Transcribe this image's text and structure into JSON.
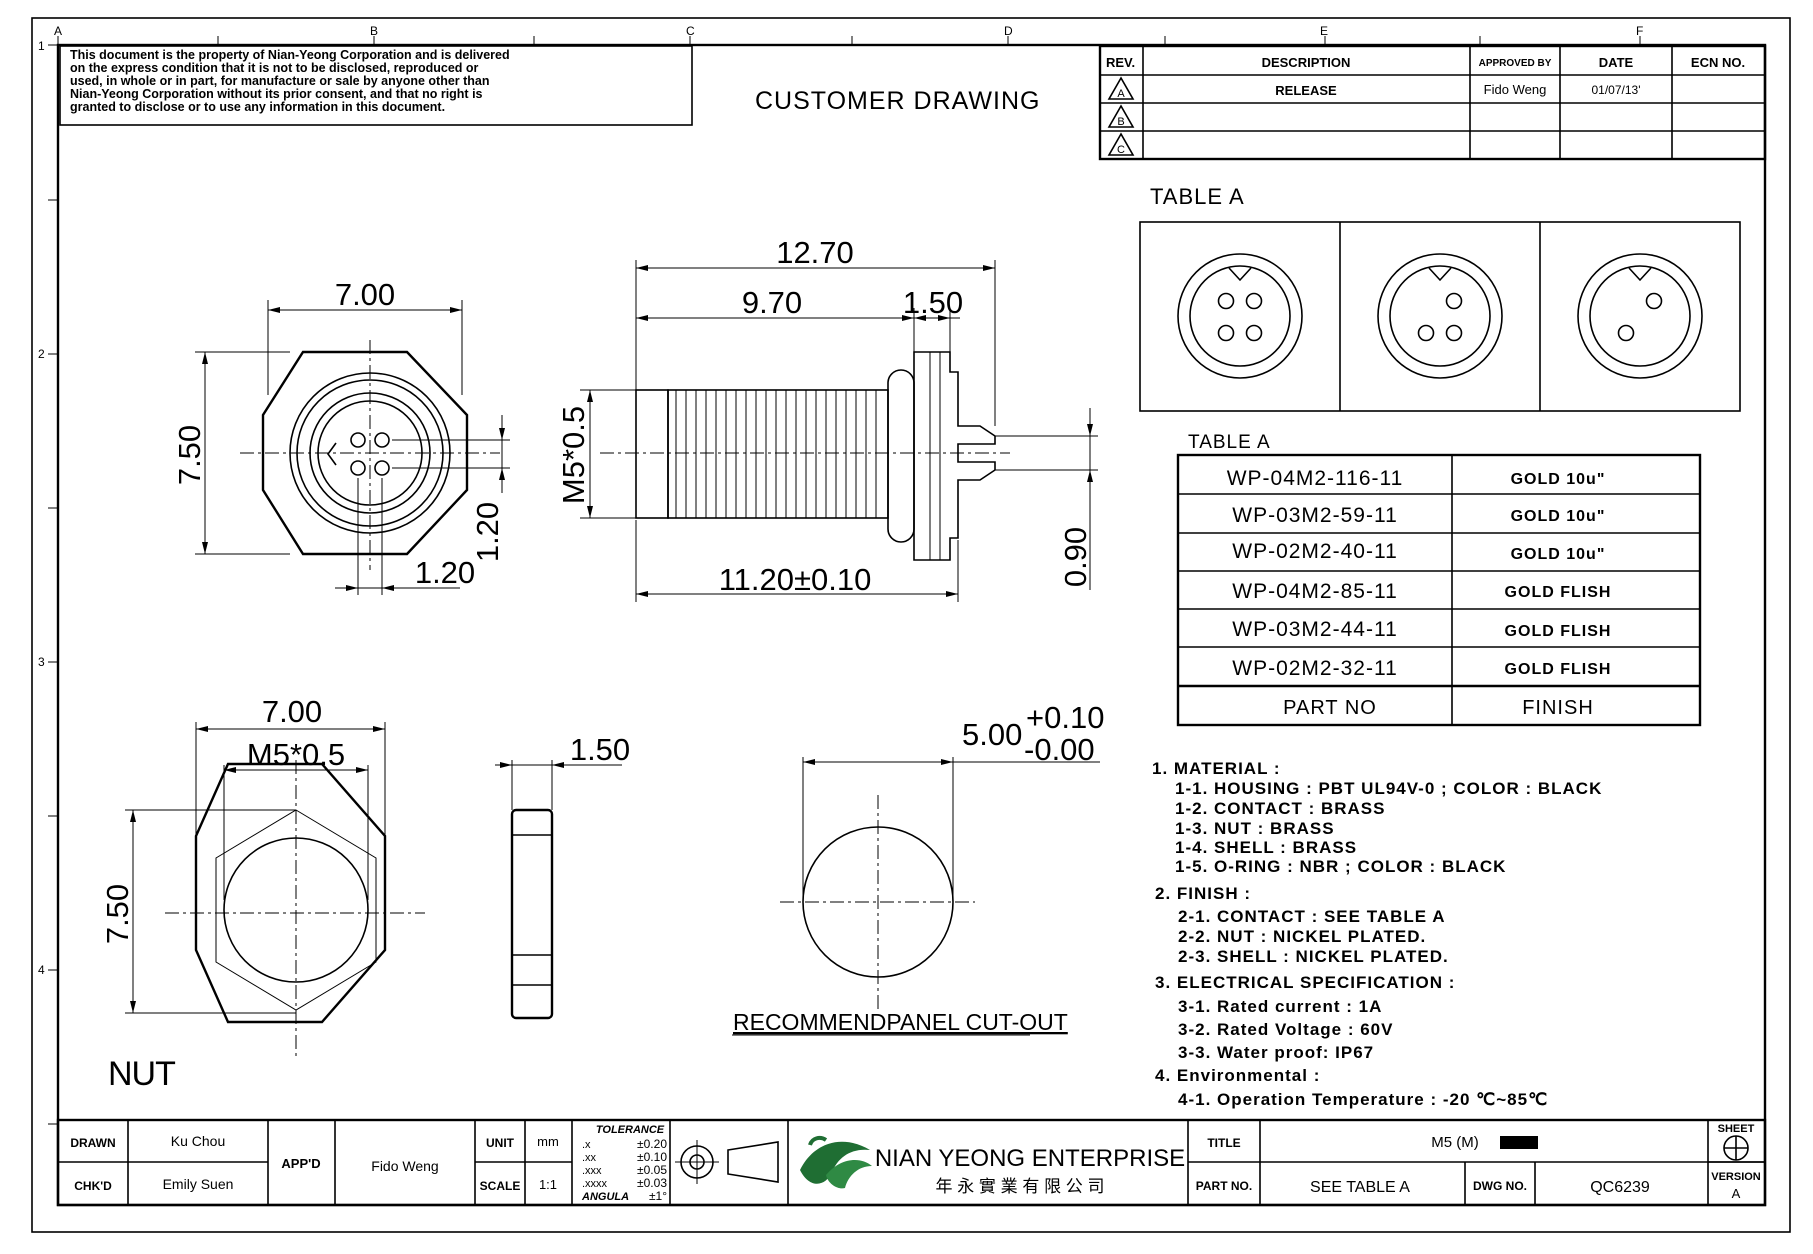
{
  "grid": {
    "columns": [
      "A",
      "B",
      "C",
      "D",
      "E",
      "F"
    ],
    "rows": [
      "1",
      "2",
      "3",
      "4"
    ]
  },
  "notice": [
    "This document is the property of Nian-Yeong Corporation and is delivered",
    "on  the  express condition that it is not to be disclosed, reproduced or",
    "used, in whole or in part, for manufacture or sale by anyone other than",
    "Nian-Yeong Corporation without  its prior consent, and that  no right  is",
    "granted to disclose or to use any information in this  document."
  ],
  "drawing_title": "CUSTOMER  DRAWING",
  "revision_table": {
    "headers": [
      "REV.",
      "DESCRIPTION",
      "APPROVED BY",
      "DATE",
      "ECN NO."
    ],
    "rows": [
      {
        "rev": "A",
        "description": "RELEASE",
        "approved_by": "Fido Weng",
        "date": "01/07/13'",
        "ecn": ""
      },
      {
        "rev": "B",
        "description": "",
        "approved_by": "",
        "date": "",
        "ecn": ""
      },
      {
        "rev": "C",
        "description": "",
        "approved_by": "",
        "date": "",
        "ecn": ""
      }
    ]
  },
  "table_a_pins_title": "TABLE  A",
  "table_a_parts": {
    "title": "TABLE  A",
    "rows": [
      {
        "part_no": "WP-04M2-116-11",
        "finish": "GOLD  10u\""
      },
      {
        "part_no": "WP-03M2-59-11",
        "finish": "GOLD  10u\""
      },
      {
        "part_no": "WP-02M2-40-11",
        "finish": "GOLD  10u\""
      },
      {
        "part_no": "WP-04M2-85-11",
        "finish": "GOLD  FLISH"
      },
      {
        "part_no": "WP-03M2-44-11",
        "finish": "GOLD  FLISH"
      },
      {
        "part_no": "WP-02M2-32-11",
        "finish": "GOLD  FLISH"
      }
    ],
    "footer": {
      "part_no": "PART  NO",
      "finish": "FINISH"
    }
  },
  "dimensions": {
    "front_width": "7.00",
    "front_height": "7.50",
    "pin_pitch_v": "1.20",
    "pin_pitch_h": "1.20",
    "total_length": "12.70",
    "thread_length": "9.70",
    "flange": "1.50",
    "body_length": "11.20±0.10",
    "thread": "M5*0.5",
    "pin_dia": "0.90",
    "nut_width": "7.00",
    "nut_thread": "M5*0.5",
    "nut_height": "7.50",
    "nut_thickness": "1.50",
    "cutout_base": "5.00",
    "cutout_tol_plus": "+0.10",
    "cutout_tol_minus": "-0.00"
  },
  "labels": {
    "nut": "NUT",
    "cutout": "RECOMMENDPANEL  CUT-OUT"
  },
  "specs": [
    "1.  MATERIAL  :",
    "1-1.  HOUSING  :  PBT  UL94V-0  ;  COLOR  :  BLACK",
    "1-2.  CONTACT  :  BRASS",
    "1-3.  NUT  :  BRASS",
    "1-4.  SHELL  :  BRASS",
    "1-5.  O-RING  :  NBR  ;  COLOR  :  BLACK",
    "2.  FINISH  :",
    "2-1.  CONTACT  :  SEE  TABLE  A",
    "2-2.  NUT  :  NICKEL  PLATED.",
    "2-3.  SHELL  :  NICKEL  PLATED.",
    "3.  ELECTRICAL  SPECIFICATION  :",
    "3-1.  Rated  current  :  1A",
    "3-2.  Rated  Voltage  :  60V",
    "3-3.  Water  proof:  IP67",
    "4.  Environmental  :",
    "4-1.  Operation  Temperature  :  -20  ℃~85℃"
  ],
  "title_block": {
    "drawn_label": "DRAWN",
    "drawn": "Ku Chou",
    "chkd_label": "CHK'D",
    "chkd": "Emily Suen",
    "appd_label": "APP'D",
    "appd": "Fido Weng",
    "unit_label": "UNIT",
    "unit": "mm",
    "scale_label": "SCALE",
    "scale": "1:1",
    "tolerance_label": "TOLERANCE",
    "tolerances": [
      {
        "k": ".x",
        "v": "±0.20"
      },
      {
        "k": ".xx",
        "v": "±0.10"
      },
      {
        "k": ".xxx",
        "v": "±0.05"
      },
      {
        "k": ".xxxx",
        "v": "±0.03"
      },
      {
        "k": "ANGULA",
        "v": "±1°"
      }
    ],
    "company_en": "NIAN YEONG ENTERPRISE",
    "company_zh": "年 永 實 業 有 限 公 司",
    "title_label": "TITLE",
    "title": "M5 (M)",
    "partno_label": "PART NO.",
    "partno": "SEE  TABLE  A",
    "dwg_label": "DWG NO.",
    "dwg": "QC6239",
    "sheet_label": "SHEET",
    "version_label": "VERSION",
    "version": "A"
  }
}
